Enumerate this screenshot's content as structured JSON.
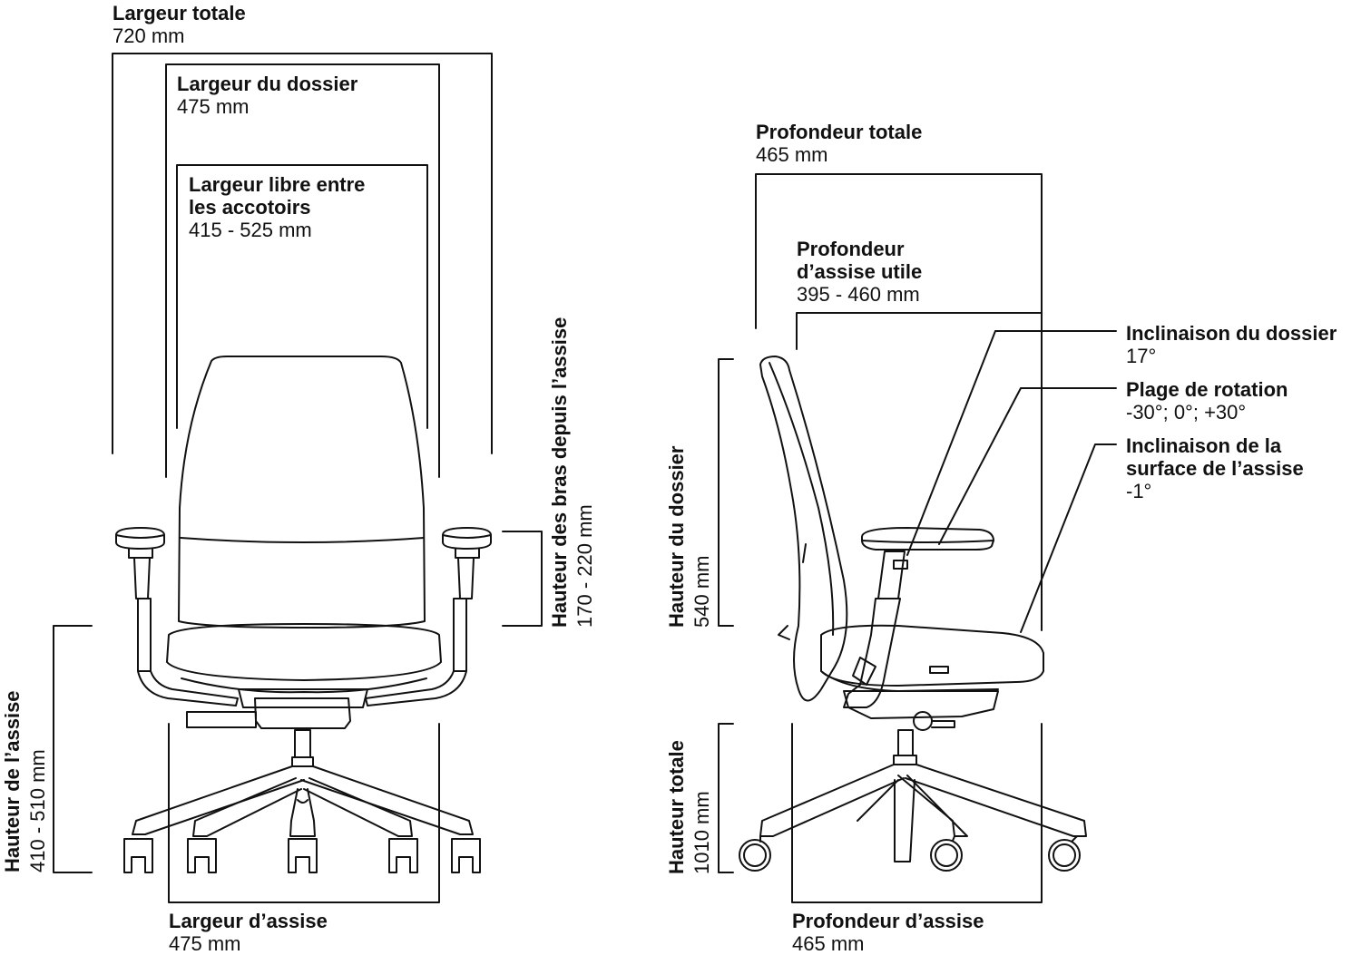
{
  "front_view": {
    "overall_width": {
      "title": "Largeur totale",
      "value": "720 mm"
    },
    "backrest_width": {
      "title": "Largeur du dossier",
      "value": "475 mm"
    },
    "armrest_clearance": {
      "title_line1": "Largeur libre entre",
      "title_line2": "les accotoirs",
      "value": "415 - 525 mm"
    },
    "arm_height": {
      "title": "Hauteur des bras depuis l’assise",
      "value": "170 - 220 mm"
    },
    "seat_height": {
      "title": "Hauteur de l’assise",
      "value": "410 - 510 mm"
    },
    "seat_width": {
      "title": "Largeur d’assise",
      "value": "475 mm"
    }
  },
  "side_view": {
    "overall_depth": {
      "title": "Profondeur totale",
      "value": "465 mm"
    },
    "usable_seat_depth": {
      "title_line1": "Profondeur",
      "title_line2": "d’assise utile",
      "value": "395 - 460 mm"
    },
    "backrest_tilt": {
      "title": "Inclinaison du dossier",
      "value": "17°"
    },
    "rotation_range": {
      "title": "Plage de rotation",
      "value": "-30°; 0°; +30°"
    },
    "seat_tilt": {
      "title_line1": "Inclinaison de la",
      "title_line2": "surface de l’assise",
      "value": "-1°"
    },
    "backrest_height": {
      "title": "Hauteur du dossier",
      "value": "540 mm"
    },
    "overall_height": {
      "title": "Hauteur totale",
      "value": "1010 mm"
    },
    "seat_depth": {
      "title": "Profondeur d’assise",
      "value": "465 mm"
    }
  },
  "colors": {
    "line": "#111111",
    "background": "#ffffff"
  }
}
